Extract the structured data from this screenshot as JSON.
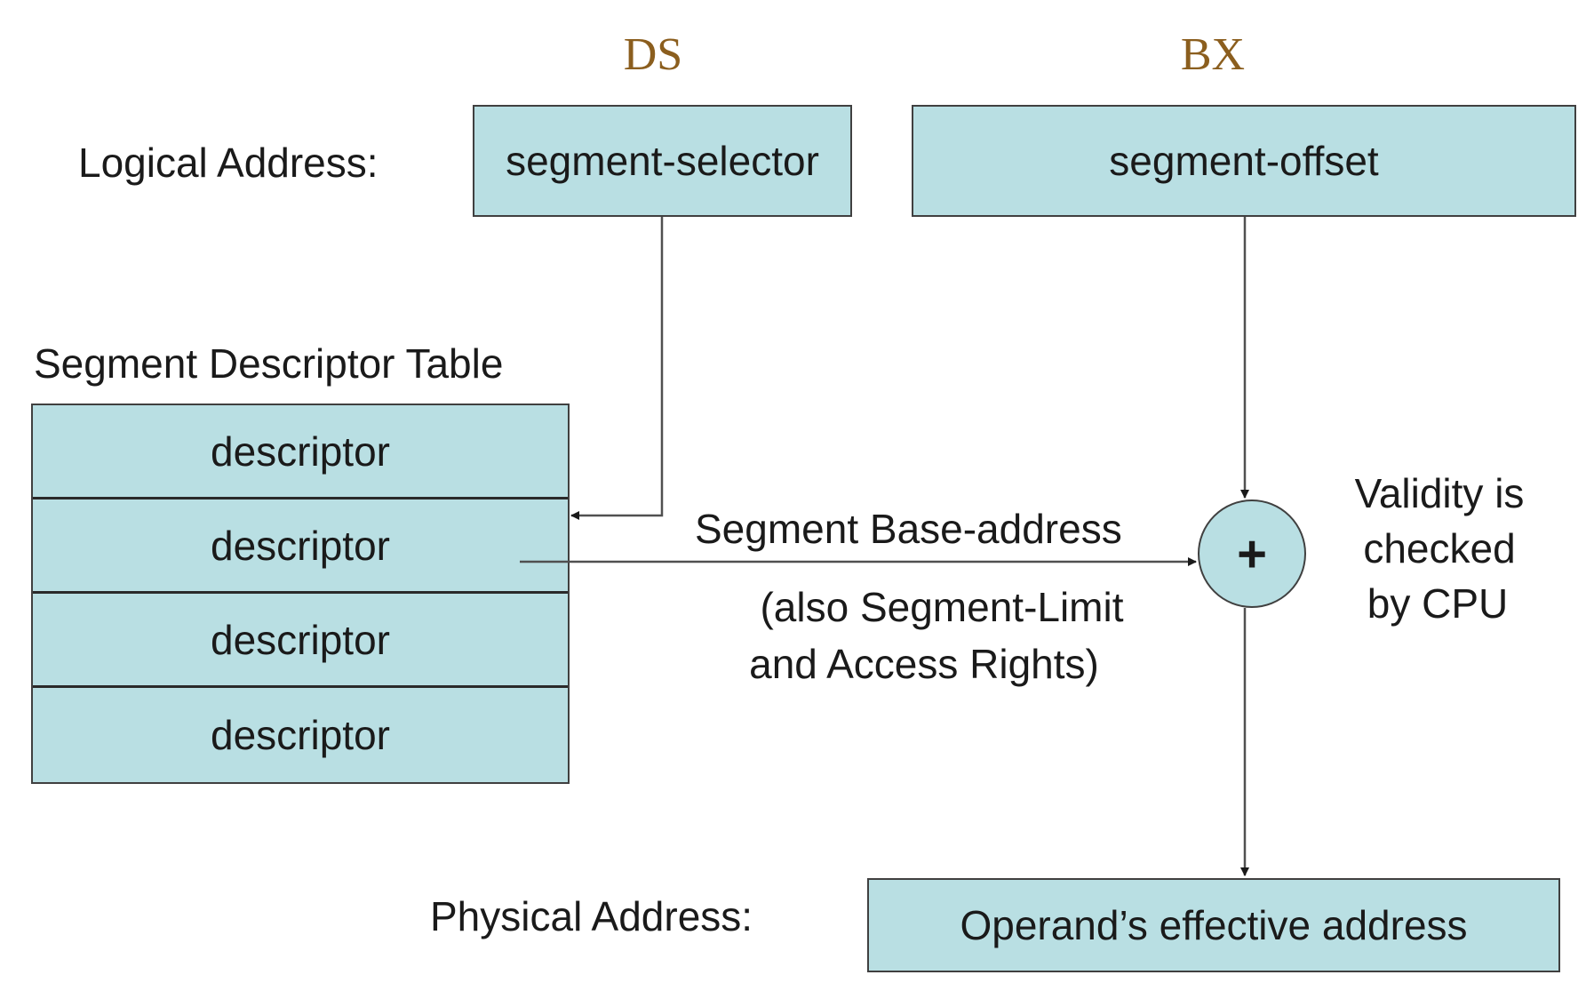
{
  "registers": {
    "selector_register": "DS",
    "offset_register": "BX"
  },
  "logical_address": {
    "label": "Logical Address:",
    "selector": "segment-selector",
    "offset": "segment-offset"
  },
  "descriptor_table": {
    "title": "Segment Descriptor Table",
    "rows": [
      "descriptor",
      "descriptor",
      "descriptor",
      "descriptor"
    ],
    "selected_row_index": 1
  },
  "base_address_arrow": {
    "label": "Segment Base-address",
    "note_line1": "(also Segment-Limit",
    "note_line2": "and Access Rights)"
  },
  "adder": {
    "symbol": "+",
    "note_line1": "Validity is",
    "note_line2": "checked",
    "note_line3": "by CPU"
  },
  "physical_address": {
    "label": "Physical Address:",
    "value": "Operand’s effective address"
  },
  "colors": {
    "box_fill": "#b9dfe3",
    "register_label": "#8b5e1e",
    "stroke": "#404040"
  }
}
